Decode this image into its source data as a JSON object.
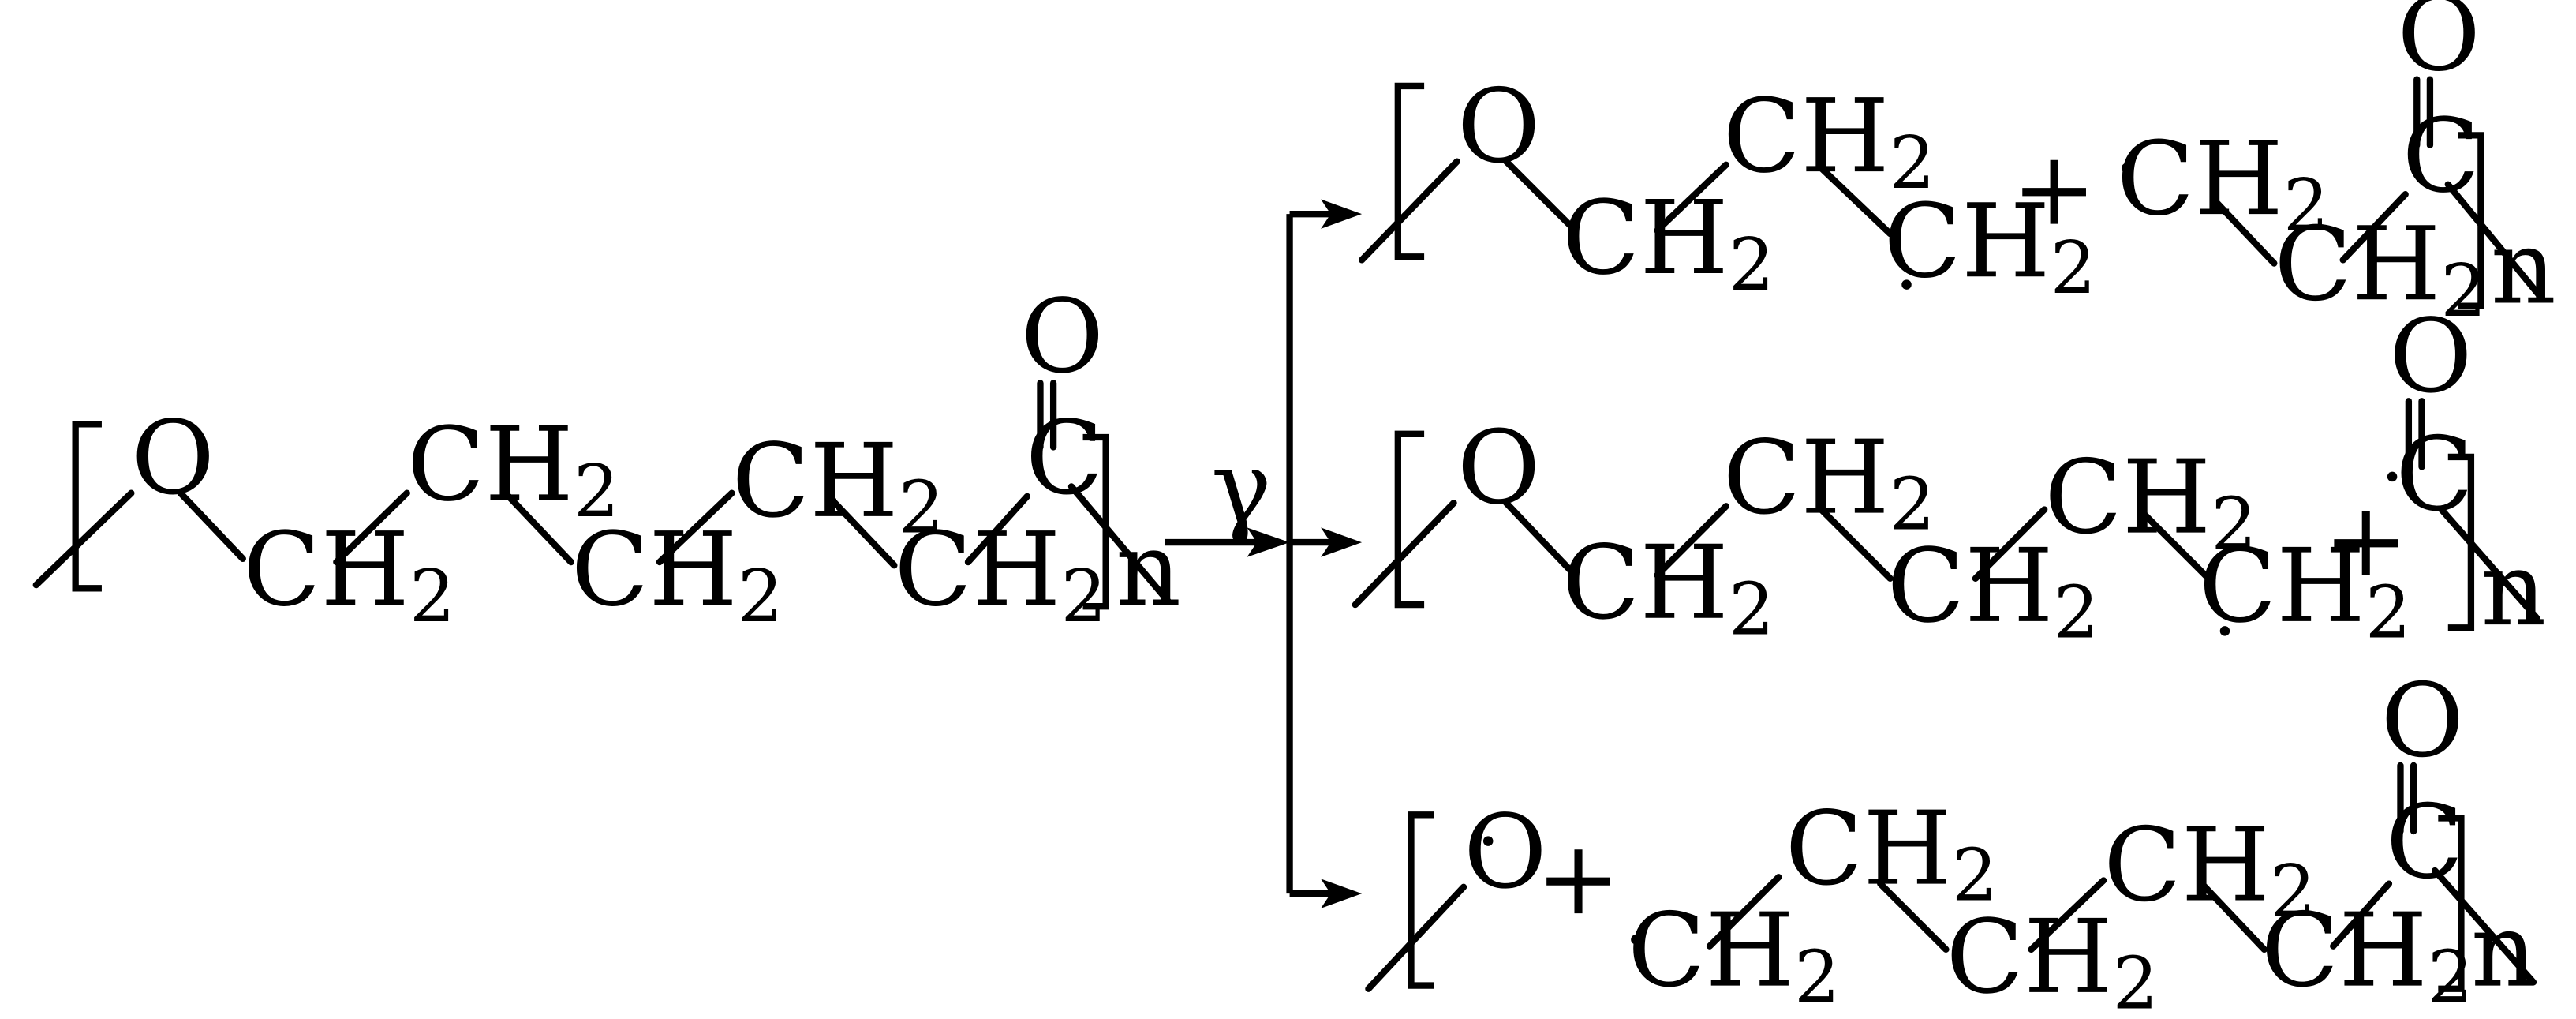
{
  "labels": {
    "o": "O",
    "ch": "CH",
    "c": "C",
    "sub2": "2",
    "n": "n",
    "plus": "+",
    "gamma": "γ"
  },
  "diagram": {
    "reactant": "polycaprolactone repeat unit",
    "products": 3
  }
}
